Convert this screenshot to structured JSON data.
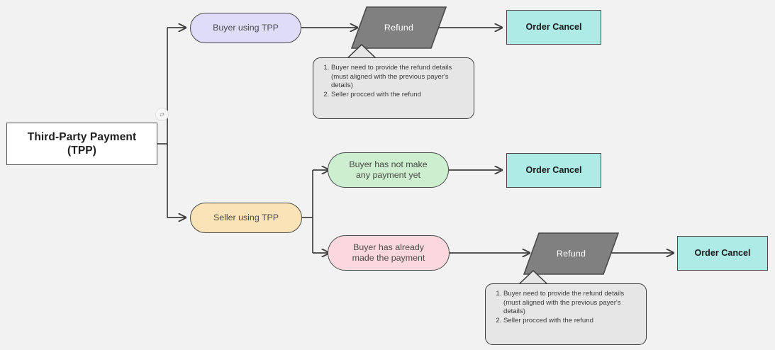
{
  "diagram": {
    "title": "Third-Party Payment (TPP) refund flow",
    "background_color": "#f2f2f3",
    "edge_color": "#3f3f3f"
  },
  "nodes": {
    "root": {
      "label_line1": "Third-Party Payment",
      "label_line2": "(TPP)",
      "shape": "rectangle",
      "fill": "#ffffff",
      "stroke": "#555555"
    },
    "buyer_using_tpp": {
      "label": "Buyer using TPP",
      "shape": "pill",
      "fill": "#dfdcf9",
      "stroke": "#4a4a4a"
    },
    "seller_using_tpp": {
      "label": "Seller using TPP",
      "shape": "pill",
      "fill": "#fae3b7",
      "stroke": "#4a4a4a"
    },
    "no_payment_yet": {
      "label_line1": "Buyer has not make",
      "label_line2": "any payment yet",
      "shape": "pill",
      "fill": "#cdeecf",
      "stroke": "#4a4a4a"
    },
    "already_paid": {
      "label_line1": "Buyer has already",
      "label_line2": "made the payment",
      "shape": "pill",
      "fill": "#fbd8dd",
      "stroke": "#4a4a4a"
    },
    "refund_top": {
      "label": "Refund",
      "shape": "parallelogram",
      "fill": "#808080",
      "stroke": "#4a4a4a",
      "text_color": "#ffffff"
    },
    "refund_bottom": {
      "label": "Refund",
      "shape": "parallelogram",
      "fill": "#808080",
      "stroke": "#4a4a4a",
      "text_color": "#ffffff"
    },
    "order_cancel_1": {
      "label": "Order Cancel",
      "shape": "rectangle",
      "fill": "#aeeae6",
      "stroke": "#4a4a4a"
    },
    "order_cancel_2": {
      "label": "Order Cancel",
      "shape": "rectangle",
      "fill": "#aeeae6",
      "stroke": "#4a4a4a"
    },
    "order_cancel_3": {
      "label": "Order Cancel",
      "shape": "rectangle",
      "fill": "#aeeae6",
      "stroke": "#4a4a4a"
    }
  },
  "callouts": {
    "top_note": {
      "items": [
        "Buyer need to provide the refund details (must aligned with the previous payer's details)",
        "Seller procced with the refund"
      ],
      "fill": "#e6e6e6",
      "stroke": "#3a3a3a"
    },
    "bottom_note": {
      "items": [
        "Buyer need to provide the refund details (must aligned with the previous payer's details)",
        "Seller procced with the refund"
      ],
      "fill": "#e6e6e6",
      "stroke": "#3a3a3a"
    }
  },
  "handles": {
    "root_connector_badge": "⇄"
  }
}
